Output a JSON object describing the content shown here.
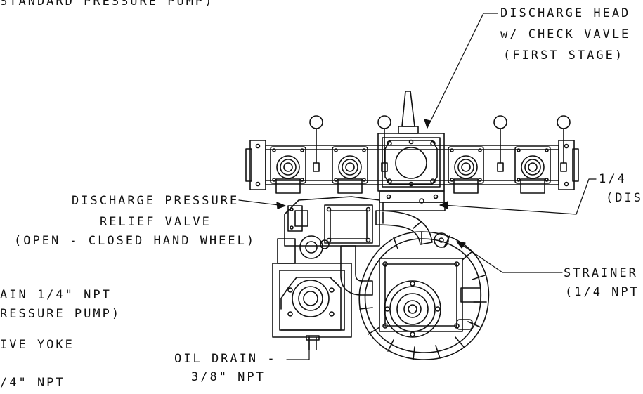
{
  "labels": {
    "top_left": "STANDARD PRESSURE PUMP)",
    "discharge_head_1": "DISCHARGE HEAD",
    "discharge_head_2": "w/ CHECK VAVLE",
    "discharge_head_3": "(FIRST STAGE)",
    "relief_1": "DISCHARGE PRESSURE",
    "relief_2": "RELIEF VALVE",
    "relief_3": "(OPEN - CLOSED HAND WHEEL)",
    "right_quarter_1": "1/4",
    "right_quarter_2": "(DIS",
    "strainer_1": "STRAINER",
    "strainer_2": "(1/4 NPT",
    "left_drain_1": "AIN 1/4\" NPT",
    "left_drain_2": "RESSURE PUMP)",
    "drive_yoke": "IVE YOKE",
    "left_npt": "/4\" NPT",
    "oil_drain_1": "OIL DRAIN -",
    "oil_drain_2": "3/8\" NPT"
  }
}
